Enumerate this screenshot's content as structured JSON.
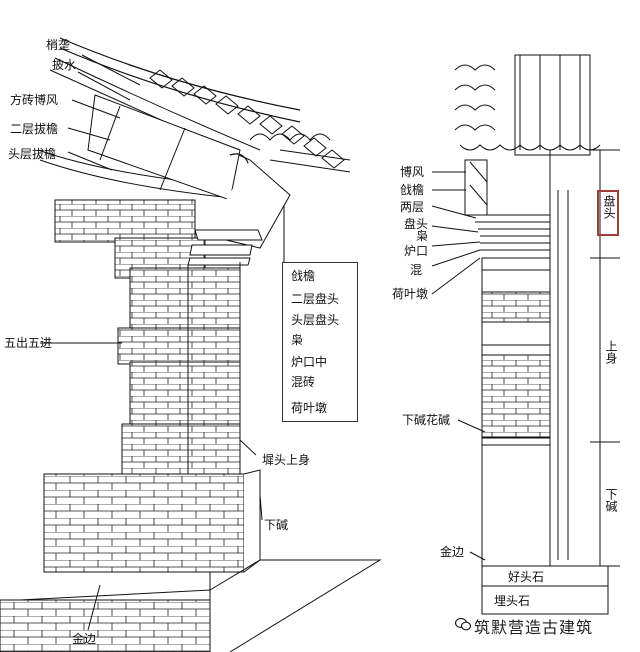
{
  "left_labels": {
    "shaoleng": "梢垄",
    "pishui": "披水",
    "fangzhuan_bofeng": "方砖博风",
    "erceng_bayan": "二层拔檐",
    "touceng_bayan": "头层拔檐",
    "wuchu_wujin": "五出五进",
    "titou_shangshen": "墀头上身",
    "xiajian": "下碱",
    "jinbian": "金边"
  },
  "legend": {
    "items": [
      "戗檐",
      "二层盘头",
      "头层盘头",
      "枭",
      "炉口中",
      "混砖",
      "荷叶墩"
    ]
  },
  "right_labels": {
    "bofeng": "博风",
    "qiangyan": "戗檐",
    "liangceng": "两层",
    "pantou": "盘头",
    "xiao": "枭",
    "lukou": "炉口",
    "hun": "混",
    "heyedun": "荷叶墩",
    "xiajian_huajian": "下碱花碱",
    "jinbian": "金边",
    "haotoushi": "好头石",
    "maitoushi": "埋头石"
  },
  "right_vertical": {
    "pantou": "盘头",
    "shangshen": "上身",
    "xiajian": "下碱"
  },
  "watermark": "筑默营造古建筑"
}
